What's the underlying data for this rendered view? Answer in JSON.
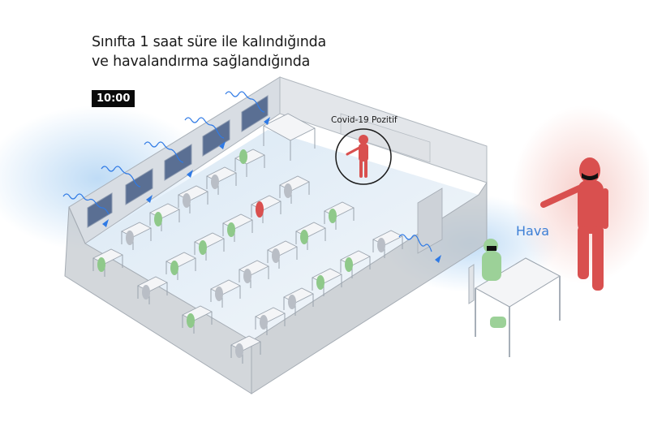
{
  "title": {
    "line1": "Sınıfta 1 saat süre ile kalındığında",
    "line2": "ve havalandırma sağlandığında"
  },
  "time_badge": "10:00",
  "labels": {
    "covid_positive": "Covid-19 Pozitif",
    "air": "Hava"
  },
  "colors": {
    "infected": "#d9504f",
    "healthy_exposed": "#8fc98a",
    "neutral_student": "#b9bec6",
    "air_flow": "#2f7ae5",
    "air_glow": "#cfe4f7",
    "room_wall": "#c9cdd2",
    "floor": "#eef2f6"
  },
  "scene": {
    "windows": 5,
    "desks_in_room": 24,
    "infected_students_in_room": 1,
    "infected_teacher": 1
  }
}
